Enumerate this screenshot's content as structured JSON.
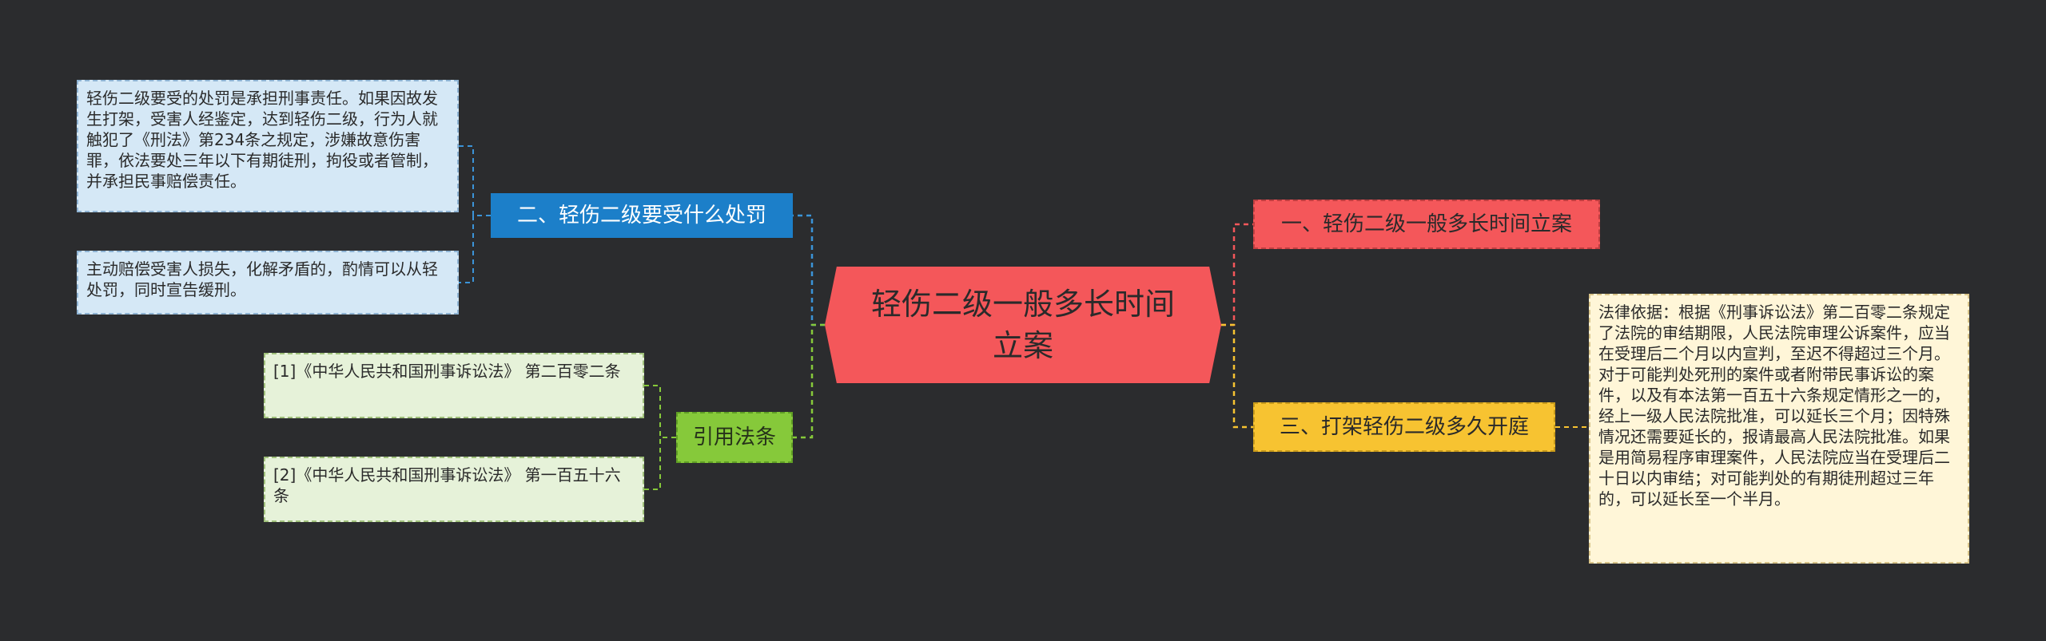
{
  "root": {
    "label": "轻伤二级一般多长时间立案"
  },
  "branches": {
    "penalty": {
      "label": "二、轻伤二级要受什么处罚",
      "details": [
        "轻伤二级要受的处罚是承担刑事责任。如果因故发生打架，受害人经鉴定，达到轻伤二级，行为人就触犯了《刑法》第234条之规定，涉嫌故意伤害罪，依法要处三年以下有期徒刑，拘役或者管制，并承担民事赔偿责任。",
        "主动赔偿受害人损失，化解矛盾的，酌情可以从轻处罚，同时宣告缓刑。"
      ]
    },
    "laws": {
      "label": "引用法条",
      "details": [
        "[1]《中华人民共和国刑事诉讼法》 第二百零二条",
        "[2]《中华人民共和国刑事诉讼法》 第一百五十六条"
      ]
    },
    "filing_time": {
      "label": "一、轻伤二级一般多长时间立案"
    },
    "trial_time": {
      "label": "三、打架轻伤二级多久开庭",
      "details": [
        "法律依据：根据《刑事诉讼法》第二百零二条规定了法院的审结期限，人民法院审理公诉案件，应当在受理后二个月以内宣判，至迟不得超过三个月。对于可能判处死刑的案件或者附带民事诉讼的案件，以及有本法第一百五十六条规定情形之一的，经上一级人民法院批准，可以延长三个月；因特殊情况还需要延长的，报请最高人民法院批准。如果是用简易程序审理案件，人民法院应当在受理后二十日以内审结；对可能判处的有期徒刑超过三年的，可以延长至一个半月。"
      ]
    }
  },
  "colors": {
    "background": "#2b2c2e",
    "root": "#f4575a",
    "blue": "#1c7fc9",
    "green": "#86c93a",
    "red": "#f4575a",
    "yellow": "#f7c331"
  }
}
